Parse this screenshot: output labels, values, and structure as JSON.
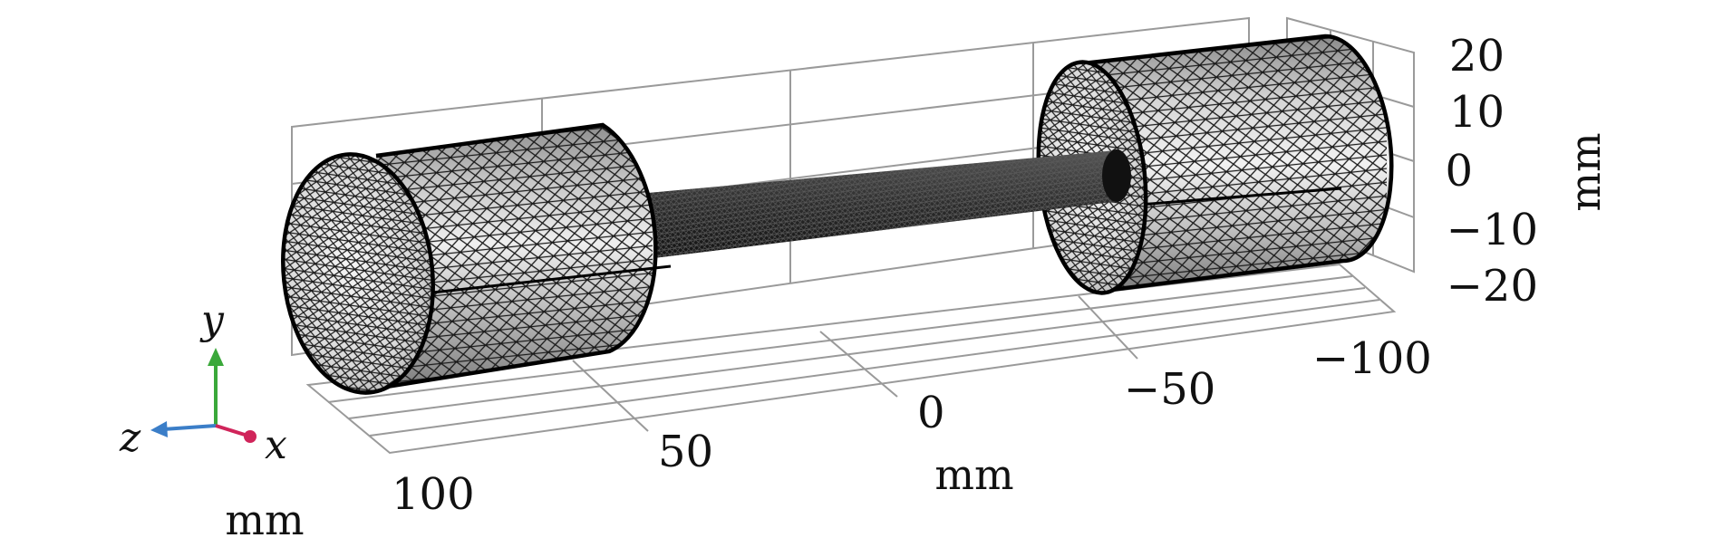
{
  "axes": {
    "y_ticks": [
      "20",
      "10",
      "0",
      "−10",
      "−20"
    ],
    "z_ticks": [
      "−100",
      "−50",
      "0",
      "50",
      "100"
    ],
    "units": {
      "y": "mm",
      "z": "mm",
      "x": "mm"
    }
  },
  "triad": {
    "labels": {
      "y": "y",
      "z": "z",
      "x": "x"
    },
    "colors": {
      "y": "#3aa83a",
      "z": "#3b7ec8",
      "x": "#d0245a"
    },
    "icons": [
      "arrow-y-icon",
      "arrow-z-icon",
      "arrow-x-icon"
    ]
  },
  "model": {
    "cylinder_face_color": "#e4e4e4",
    "rod_color": "#1e1e1e",
    "mesh_color": "#1a1a1a"
  }
}
